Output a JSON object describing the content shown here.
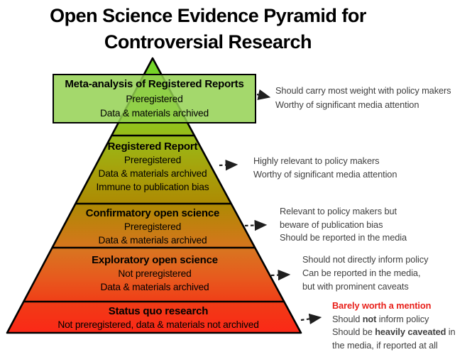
{
  "title": {
    "line1": "Open Science Evidence Pyramid for",
    "line2": "Controversial Research"
  },
  "pyramid": {
    "levels": [
      {
        "name": "Meta-analysis of Registered Reports",
        "details": [
          "Preregistered",
          "Data & materials archived"
        ],
        "color": "#92d050"
      },
      {
        "name": "Registered Report",
        "details": [
          "Preregistered",
          "Data & materials archived",
          "Immune to publication bias"
        ],
        "color": "#9cb915"
      },
      {
        "name": "Confirmatory open science",
        "details": [
          "Preregistered",
          "Data & materials archived"
        ],
        "color": "#c27c10"
      },
      {
        "name": "Exploratory open science",
        "details": [
          "Not preregistered",
          "Data & materials archived"
        ],
        "color": "#e0531d"
      },
      {
        "name": "Status quo research",
        "details": [
          "Not preregistered, data & materials not archived"
        ],
        "color": "#f92a16"
      }
    ]
  },
  "annotations": [
    {
      "lines": [
        "Should carry most weight with policy makers",
        "Worthy of significant media attention"
      ]
    },
    {
      "lines": [
        "Highly relevant to policy makers",
        "Worthy of significant media attention"
      ]
    },
    {
      "lines": [
        "Relevant to policy makers but",
        "beware of publication bias",
        "Should be reported in the media"
      ]
    },
    {
      "lines": [
        "Should not directly inform policy",
        "Can be reported in the media,",
        "but with prominent caveats"
      ]
    },
    {
      "heading": "Barely worth a mention",
      "line2": {
        "pre": "Should ",
        "bold": "not",
        "post": " inform policy"
      },
      "line3": {
        "pre": "Should be ",
        "bold": "heavily caveated",
        "post": " in"
      },
      "line4": "the media, if reported at all"
    }
  ],
  "colors": {
    "background": "#ffffff",
    "title_text": "#000000",
    "pyramid_outline": "#000000",
    "level1_box_fill": "#92d050",
    "annotation_text": "#3f3f3f",
    "warning_red": "#e8201a",
    "arrow": "#1f1f1f",
    "gradient_stops": [
      "#70d82b",
      "#8fc71e",
      "#a6a30c",
      "#ad8a03",
      "#c77d13",
      "#d97420",
      "#e75a1e",
      "#f13a16",
      "#fb2817"
    ]
  }
}
